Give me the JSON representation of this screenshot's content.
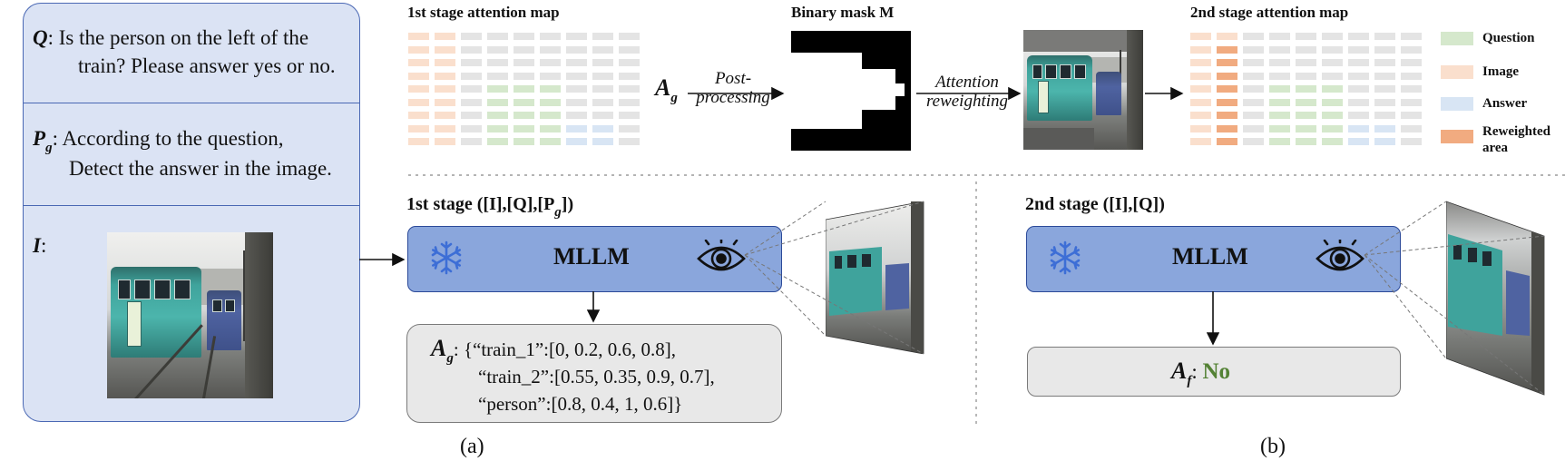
{
  "input_panel": {
    "question": {
      "symbol": "Q",
      "colon": ":",
      "line1": "Is the person on the left of the",
      "line2": "train? Please answer yes or no."
    },
    "prompt": {
      "symbol": "P",
      "subscript": "g",
      "colon": ":",
      "line1": "According to the question,",
      "line2": "Detect the answer in the image."
    },
    "image": {
      "symbol": "I",
      "colon": ":"
    }
  },
  "top_row": {
    "first_map_title": "1st stage attention map",
    "ag_symbol": "A",
    "ag_subscript": "g",
    "post_processing_line1": "Post-",
    "post_processing_line2": "processing",
    "binary_mask_title": "Binary mask M",
    "attention_line1": "Attention",
    "attention_line2": "reweighting",
    "second_map_title": "2nd stage attention map"
  },
  "legend": {
    "items": [
      {
        "label": "Question",
        "color": "#d5e8cc"
      },
      {
        "label": "Image",
        "color": "#fadfcd"
      },
      {
        "label": "Answer",
        "color": "#d8e5f4"
      },
      {
        "label": "Reweighted area",
        "color": "#f1ab80"
      }
    ]
  },
  "colors": {
    "question": "#d5e8cc",
    "image": "#fadfcd",
    "answer": "#d8e5f4",
    "reweighted": "#f1ab80",
    "empty": "#e4e4e4",
    "mllm_fill": "#8aa6dc",
    "mllm_border": "#2c4a99",
    "snowflake": "#3d6ed6",
    "answer_no": "#548235"
  },
  "stage1": {
    "title": "1st stage ([I],[Q],[P",
    "title_sub": "g",
    "title_end": "])",
    "model_label": "MLLM",
    "snowflake_icon": "snowflake",
    "eye_icon": "eye",
    "output_symbol": "A",
    "output_sub": "g",
    "output_colon": ":",
    "output_line1": "{“train_1”:[0, 0.2, 0.6, 0.8],",
    "output_line2": "“train_2”:[0.55, 0.35, 0.9, 0.7],",
    "output_line3": "“person”:[0.8, 0.4, 1, 0.6]}"
  },
  "stage2": {
    "title": "2nd stage ([I],[Q])",
    "model_label": "MLLM",
    "snowflake_icon": "snowflake",
    "eye_icon": "eye",
    "output_symbol": "A",
    "output_sub": "f",
    "output_colon": ":",
    "answer": "No"
  },
  "captions": {
    "a": "(a)",
    "b": "(b)"
  }
}
